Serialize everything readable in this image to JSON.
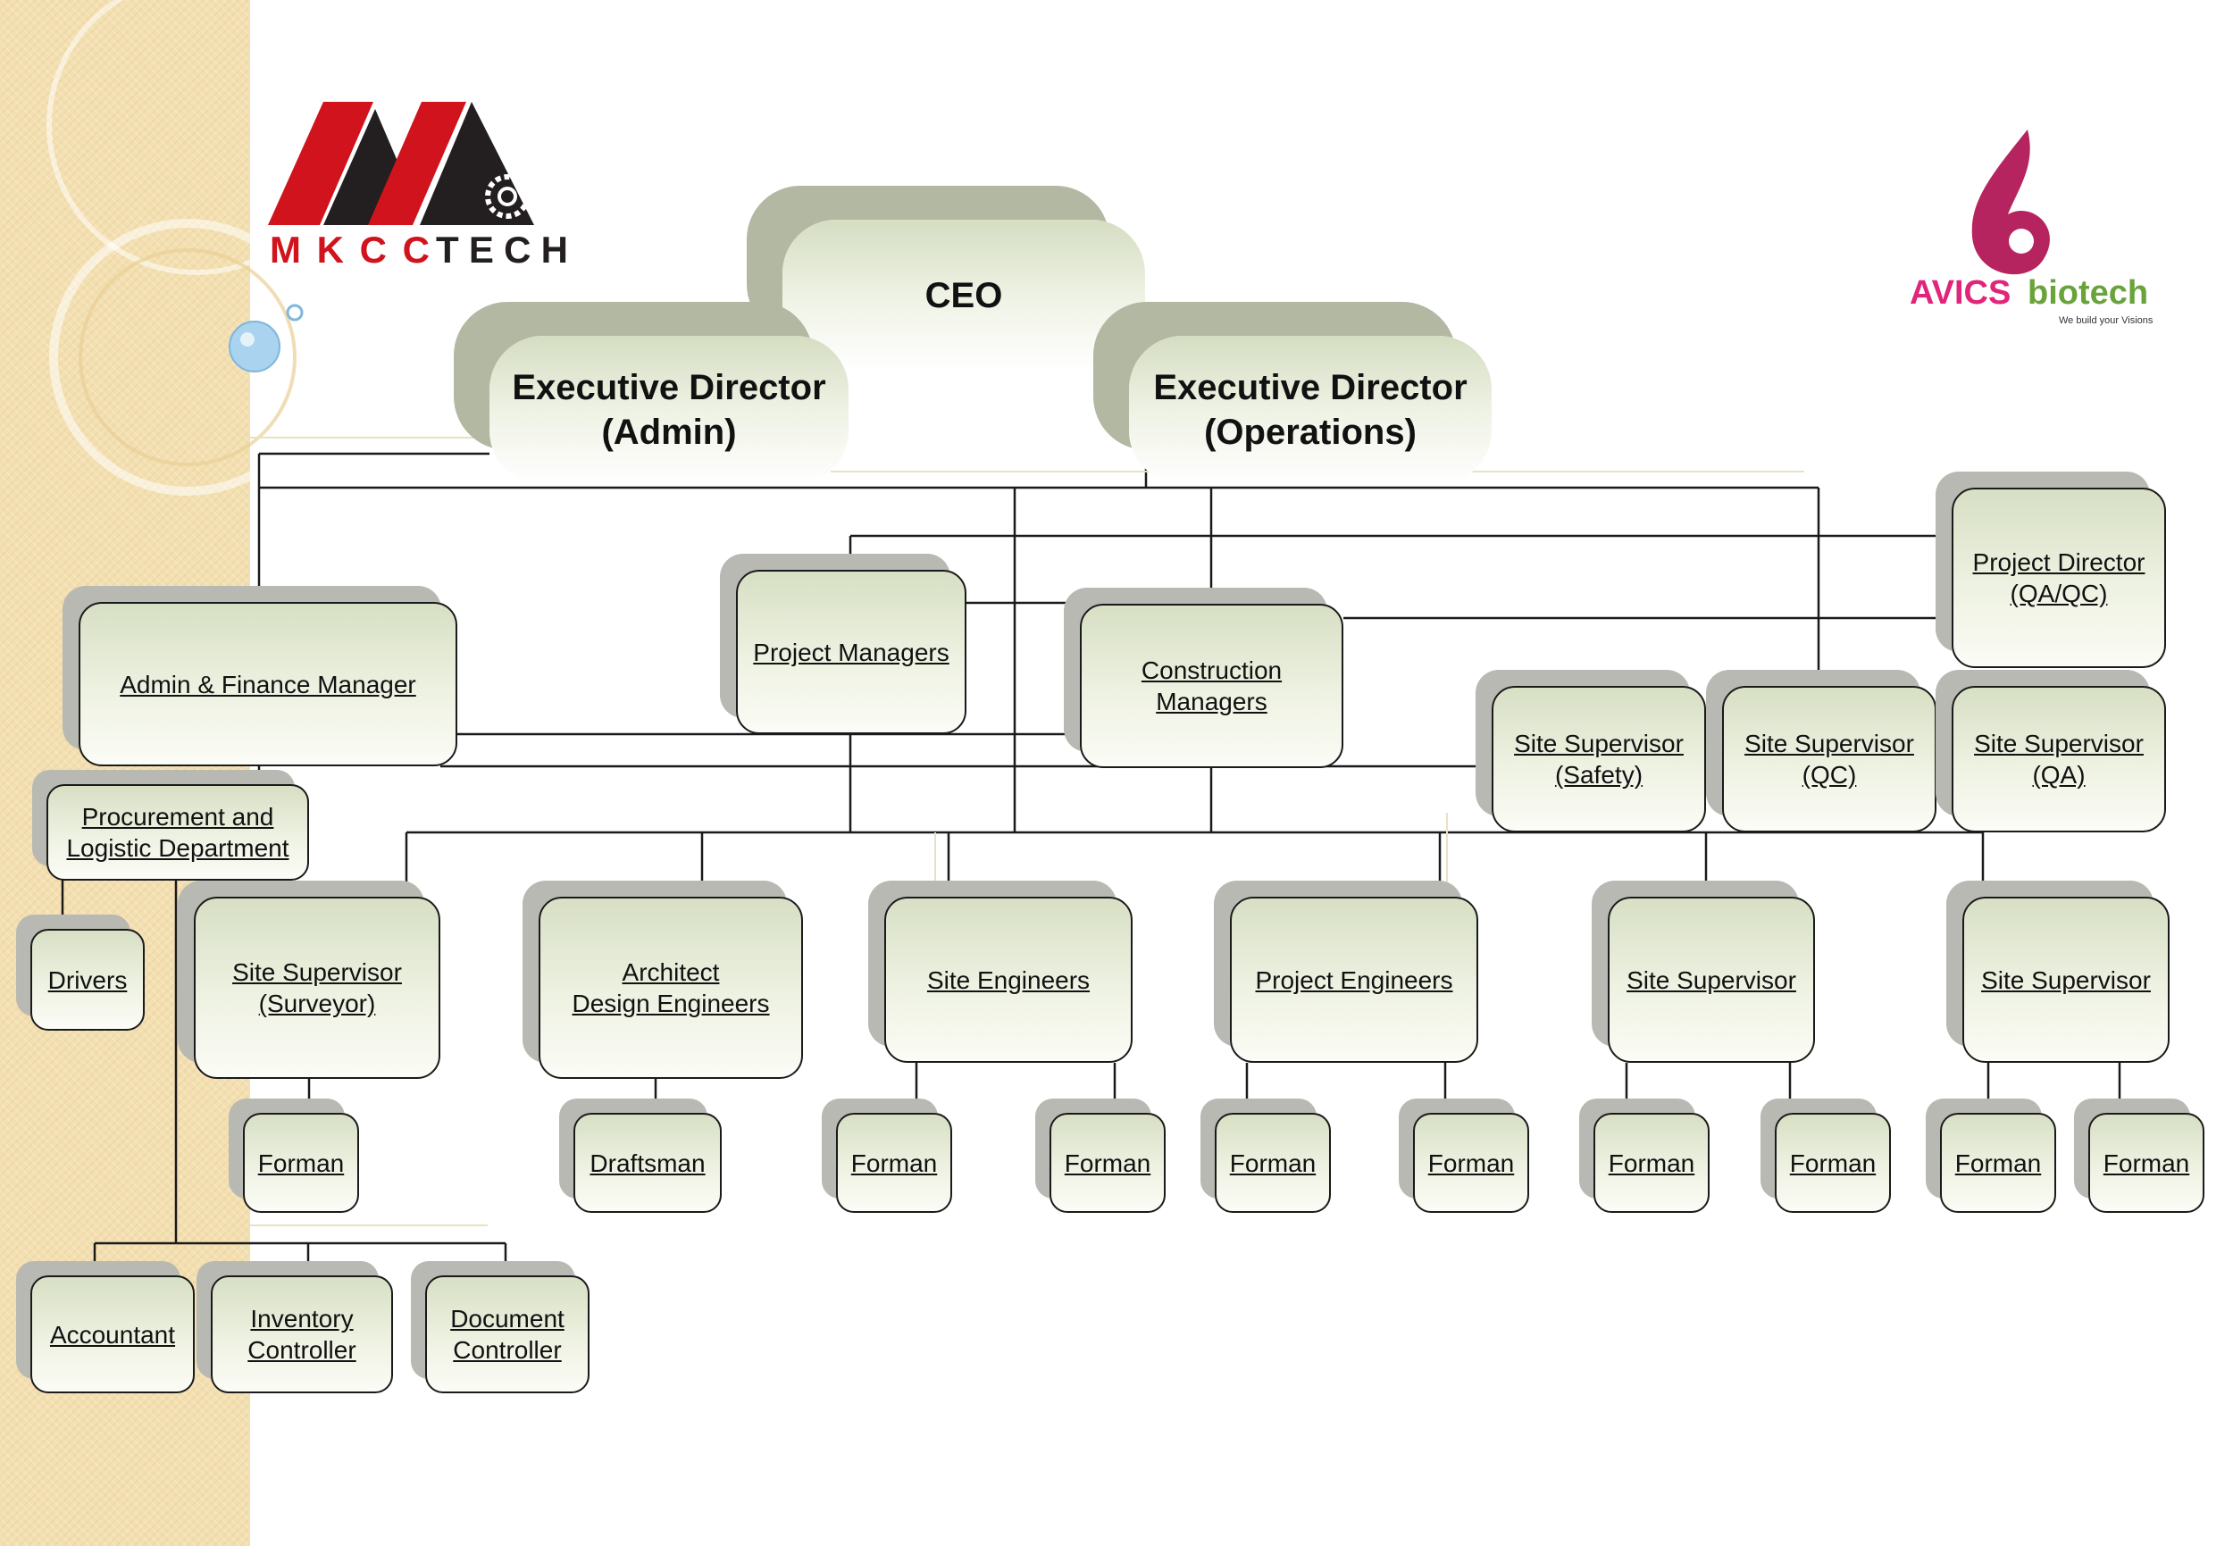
{
  "logos": {
    "left": {
      "text": "MKCC TECH",
      "colors": {
        "red": "#d0131c",
        "dark": "#231f20"
      }
    },
    "right": {
      "text": "AVICS biotech",
      "tagline": "We build your Visions",
      "colors": {
        "pink": "#e0257a",
        "green": "#7ab648"
      }
    }
  },
  "nodes": {
    "ceo": "CEO",
    "ed_admin": "Executive Director\n(Admin)",
    "ed_ops": "Executive Director\n(Operations)",
    "project_director": "Project Director\n(QA/QC)",
    "admin_finance": "Admin & Finance Manager",
    "project_managers": "Project Managers",
    "construction_managers": "Construction\nManagers",
    "ss_safety": "Site Supervisor\n(Safety)",
    "ss_qc": "Site Supervisor\n(QC)",
    "ss_qa": "Site Supervisor\n(QA)",
    "procurement": "Procurement and\nLogistic Department",
    "drivers": "Drivers",
    "ss_surveyor": "Site Supervisor\n(Surveyor)",
    "architect": "Architect\nDesign Engineers",
    "site_engineers": "Site Engineers",
    "project_engineers": "Project Engineers",
    "site_supervisor_1": "Site Supervisor",
    "site_supervisor_2": "Site Supervisor",
    "forman_1": "Forman",
    "draftsman": "Draftsman",
    "forman_2": "Forman",
    "forman_3": "Forman",
    "forman_4": "Forman",
    "forman_5": "Forman",
    "forman_6": "Forman",
    "forman_7": "Forman",
    "forman_8": "Forman",
    "forman_9": "Forman",
    "accountant": "Accountant",
    "inventory": "Inventory\nController",
    "document": "Document\nController"
  }
}
